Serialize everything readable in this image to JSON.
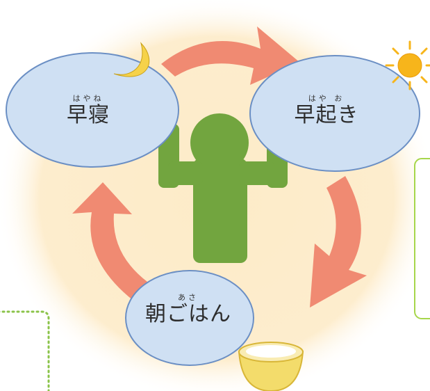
{
  "diagram": {
    "nodes": [
      {
        "ruby": "はやね",
        "label": "早寝"
      },
      {
        "ruby": "はや お",
        "label": "早起き"
      },
      {
        "ruby": "あさ",
        "label": "朝ごはん"
      }
    ],
    "colors": {
      "background_glow": "#fdebc8",
      "bubble_fill": "#cfe0f3",
      "bubble_stroke": "#6b8fc4",
      "arrow": "#f08a72",
      "figure": "#6ba238",
      "moon": "#f6d24a",
      "sun": "#f7b51b",
      "bowl": "#f3dc6b",
      "frame_green": "#a6d64a",
      "dotted_green": "#8bc34a"
    },
    "icons": [
      "moon-icon",
      "sun-icon",
      "rice-bowl-icon",
      "person-figure"
    ]
  }
}
